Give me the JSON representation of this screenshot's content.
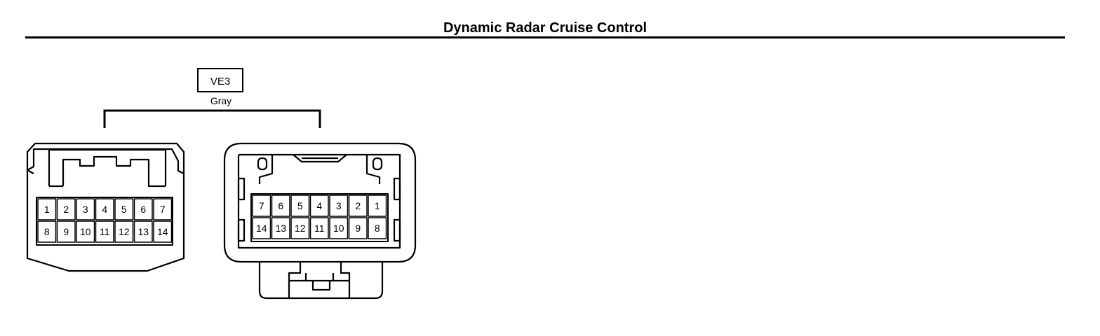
{
  "title": "Dynamic Radar Cruise Control",
  "connector": {
    "code": "VE3",
    "color": "Gray"
  },
  "left_connector": {
    "top_row": [
      "1",
      "2",
      "3",
      "4",
      "5",
      "6",
      "7"
    ],
    "bottom_row": [
      "8",
      "9",
      "10",
      "11",
      "12",
      "13",
      "14"
    ]
  },
  "right_connector": {
    "top_row": [
      "7",
      "6",
      "5",
      "4",
      "3",
      "2",
      "1"
    ],
    "bottom_row": [
      "14",
      "13",
      "12",
      "11",
      "10",
      "9",
      "8"
    ]
  }
}
